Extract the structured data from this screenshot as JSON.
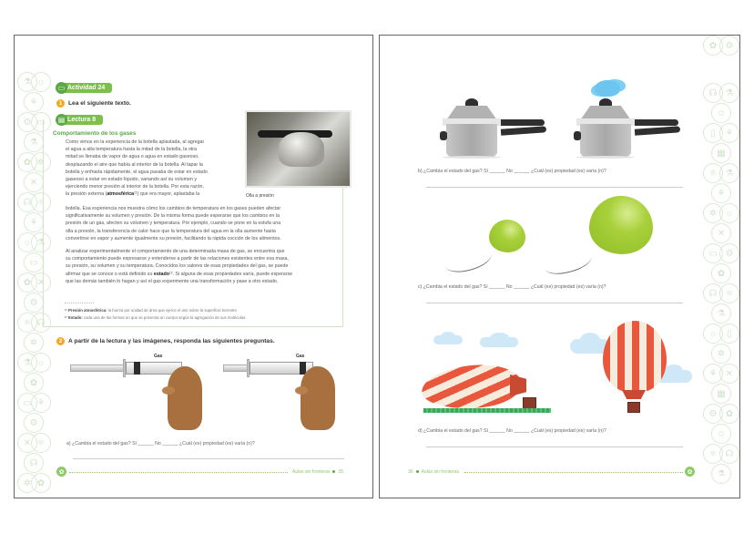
{
  "left_page": {
    "activity_label": "Actividad 24",
    "step1": {
      "number": "1",
      "text": "Lea el siguiente texto."
    },
    "lectura_label": "Lectura 8",
    "lectura_title": "Comportamiento de los gases",
    "paragraph1_lines": [
      "Como vimos en la experiencia de la botella aplastada, al agregar",
      "el agua a alta temperatura hasta la mitad de la botella, la otra",
      "mitad se llenaba de vapor de agua o agua en estado gaseoso,",
      "desplazando el aire que había al interior de la botella. Al tapar la",
      "botella y enfriarla rápidamente, el agua pasaba de estar en estado",
      "gaseoso a estar en estado líquido, variando así su volumen y",
      "ejerciendo menor presión al interior de la botella. Por esta razón,"
    ],
    "paragraph1_line8_pre": "la presión externa (",
    "paragraph1_line8_bold": "atmosférica",
    "paragraph1_line8_post": "¹¹) que era mayor, aplastaba la",
    "paragraph1_rest_lines": [
      "botella. Esa experiencia nos muestra cómo los cambios de temperatura en los gases pueden afectar",
      "significativamente su volumen y presión. De la misma forma puede esperarse que los cambios en la",
      "presión de un gas, afecten su volumen y temperatura. Por ejemplo, cuando se pone en la estufa una",
      "olla a presión, la transferencia de calor hace que la temperatura del agua en la olla aumente hasta",
      "convertirse en vapor y aumente igualmente su presión, facilitando la rápida cocción de los alimentos."
    ],
    "paragraph2_lines": [
      "Al analizar experimentalmente el comportamiento de una determinada masa de gas, se encuentra que",
      "su comportamiento puede expresarse y entenderse a partir de las relaciones existentes entre esa masa,",
      "su presión, su volumen y su temperatura. Conocidos los valores de esas propiedades del gas, se puede"
    ],
    "paragraph2_line4_pre": "afirmar que se conoce o está definido su ",
    "paragraph2_line4_bold": "estado",
    "paragraph2_line4_post": "¹². Si alguna de esas propiedades varía, puede esperarse",
    "paragraph2_line5": "que las demás también lo hagan y así el gas experimente una transformación y pase a otro estado.",
    "photo_caption": "Olla a presión",
    "footnotes": [
      {
        "term": "¹¹ Presión atmosférica:",
        "text": " la fuerza por unidad de área que ejerce el aire sobre la superficie terrestre."
      },
      {
        "term": "¹² Estado:",
        "text": " cada una de las formas en que se presenta un cuerpo según la agregación de sus moléculas."
      }
    ],
    "step2": {
      "number": "2",
      "text": "A partir de la lectura y las imágenes, responda las siguientes preguntas."
    },
    "syringe_labels": [
      "Gas",
      "Gas"
    ],
    "question_a": "a)  ¿Cambia el estado del gas? Sí ______  No ______  ¿Cuál (es) propiedad (es) varía (n)?",
    "footer": {
      "text": "Aulas sin fronteras",
      "page_number": "35"
    }
  },
  "right_page": {
    "question_b": "b)  ¿Cambia el estado del gas? Sí ______  No ______  ¿Cuál (es) propiedad (es) varía (n)?",
    "question_c": "c)  ¿Cambia el estado del gas? Sí ______  No ______  ¿Cuál (es) propiedad (es) varía (n)?",
    "question_d": "d)  ¿Cambia el estado del gas? Sí ______  No ______  ¿Cuál (es) propiedad (es) varía (n)?",
    "footer": {
      "text": "Aulas sin fronteras",
      "page_number": "36"
    }
  },
  "colors": {
    "green_primary": "#5aa843",
    "green_light": "#7cbf4a",
    "footer_green": "#8fca6a",
    "orange_step": "#f5a623",
    "balloon_green": "#a8d03a",
    "air_balloon_red": "#e9573d",
    "steam_blue": "#6cc5ef"
  },
  "icons": {
    "activity": "book-icon",
    "lectura": "reading-icon",
    "footer": "flower-logo-icon",
    "margin_decor": "science-icon"
  }
}
